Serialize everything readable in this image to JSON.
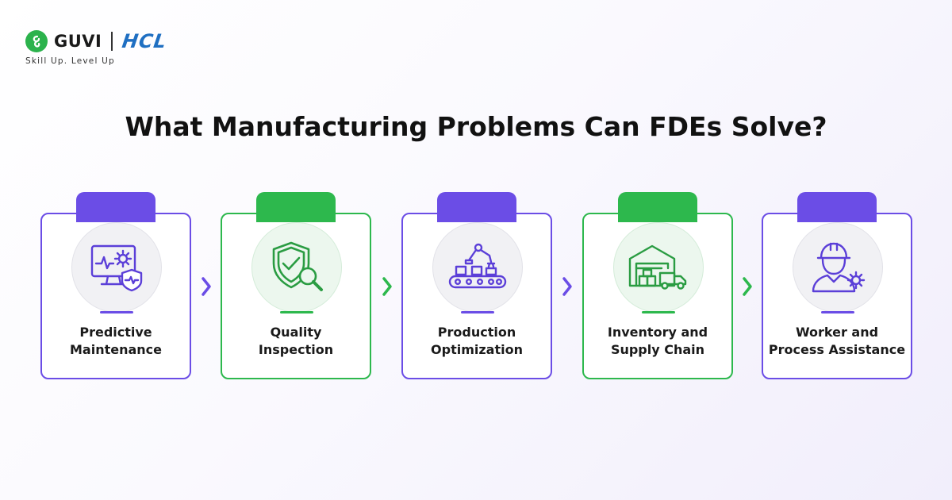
{
  "brand": {
    "guvi_label": "GUVI",
    "hcl_label": "HCL",
    "tagline": "Skill Up. Level Up",
    "colors": {
      "guvi_green": "#2bb24c",
      "hcl_blue": "#1f6fc2"
    }
  },
  "title": "What Manufacturing Problems Can FDEs Solve?",
  "colors": {
    "purple": "#6b4de6",
    "green": "#2db84d"
  },
  "steps": [
    {
      "label": "Predictive\nMaintenance",
      "icon": "monitor-gear-shield-icon",
      "accent": "purple"
    },
    {
      "label": "Quality\nInspection",
      "icon": "shield-check-magnifier-icon",
      "accent": "green"
    },
    {
      "label": "Production\nOptimization",
      "icon": "robotic-arm-conveyor-icon",
      "accent": "purple"
    },
    {
      "label": "Inventory and\nSupply Chain",
      "icon": "warehouse-truck-icon",
      "accent": "green"
    },
    {
      "label": "Worker and\nProcess Assistance",
      "icon": "worker-gear-icon",
      "accent": "purple"
    }
  ],
  "connectors": [
    {
      "icon": "chevron-right-icon",
      "accent": "purple"
    },
    {
      "icon": "chevron-right-icon",
      "accent": "green"
    },
    {
      "icon": "chevron-right-icon",
      "accent": "purple"
    },
    {
      "icon": "chevron-right-icon",
      "accent": "green"
    }
  ]
}
